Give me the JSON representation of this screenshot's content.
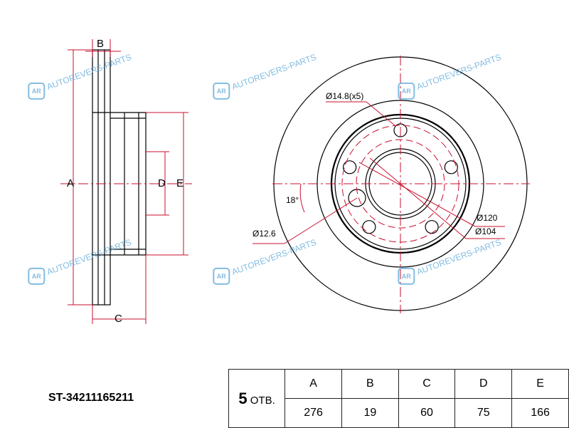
{
  "watermark": "AUTOREVERS-PARTS",
  "watermark_logo": "AR",
  "side_view": {
    "labels": {
      "A": "A",
      "B": "B",
      "C": "C",
      "D": "D",
      "E": "E"
    }
  },
  "front_view": {
    "hole_dia": "Ø14.8(x5)",
    "angle": "18°",
    "small_hole": "Ø12.6",
    "pcd": "Ø120",
    "center_bore": "Ø104"
  },
  "part_number": "ST-34211165211",
  "table": {
    "holes_count": "5",
    "holes_label": "ОТВ.",
    "headers": [
      "A",
      "B",
      "C",
      "D",
      "E"
    ],
    "values": [
      "276",
      "19",
      "60",
      "75",
      "166"
    ]
  },
  "colors": {
    "line": "#000000",
    "dim": "#c8102e",
    "watermark": "#5aa7d8"
  }
}
